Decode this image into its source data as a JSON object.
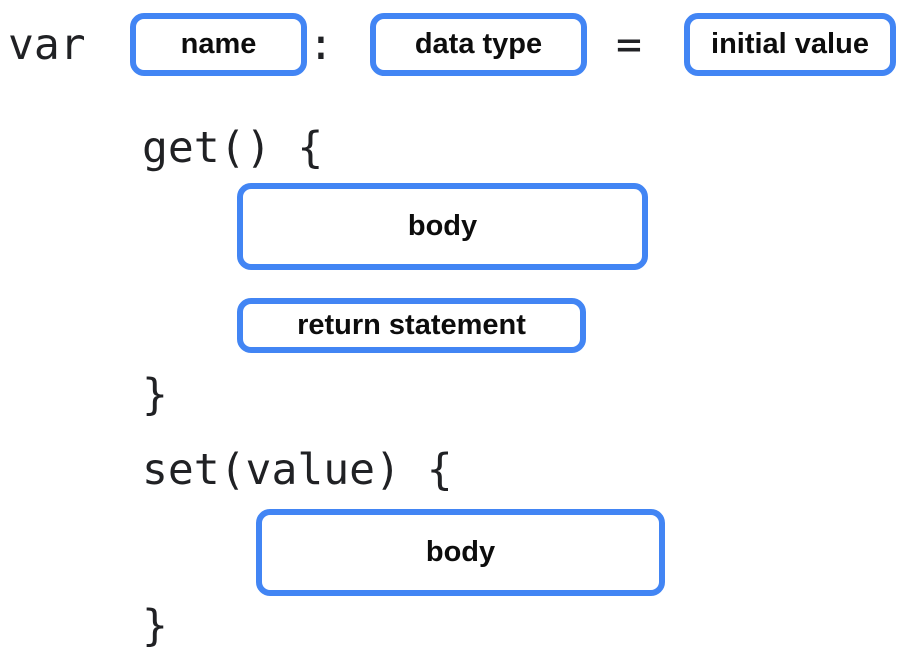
{
  "colors": {
    "accent_blue": "#4285F4",
    "code_text": "#202124",
    "label_text": "#0d0d0d",
    "background": "#ffffff"
  },
  "declaration": {
    "keyword": "var",
    "name_slot": "name",
    "colon": ":",
    "type_slot": "data type",
    "equals": "=",
    "initial_value_slot": "initial value"
  },
  "getter": {
    "open": "get() {",
    "body_slot": "body",
    "return_slot": "return statement",
    "close": "}"
  },
  "setter": {
    "open": "set(value) {",
    "body_slot": "body",
    "close": "}"
  }
}
